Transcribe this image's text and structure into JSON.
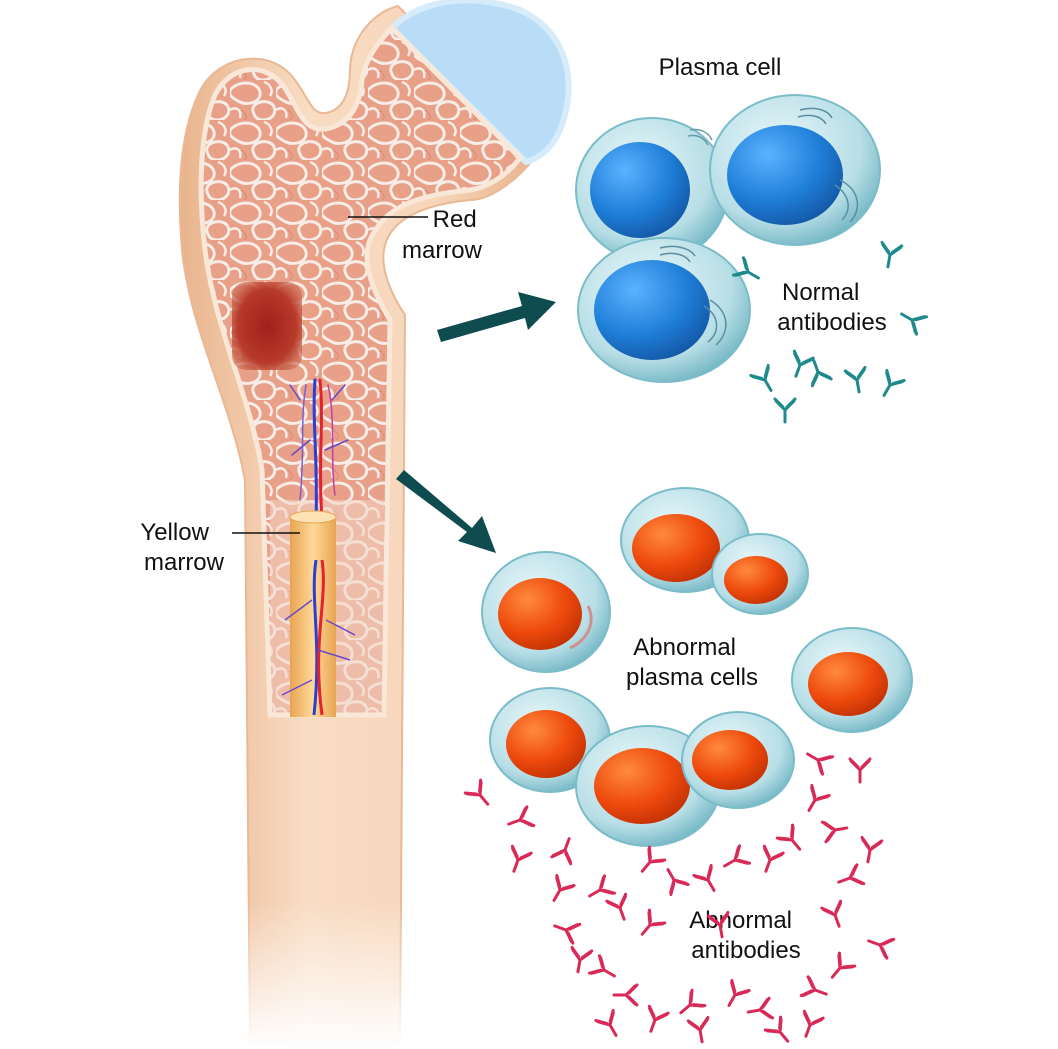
{
  "labels": {
    "red_marrow": [
      "Red",
      "marrow"
    ],
    "yellow_marrow": [
      "Yellow",
      "marrow"
    ],
    "plasma_cell": "Plasma cell",
    "normal_antibodies": [
      "Normal",
      "antibodies"
    ],
    "abnormal_plasma_cells": [
      "Abnormal",
      "plasma cells"
    ],
    "abnormal_antibodies": [
      "Abnormal",
      "antibodies"
    ]
  },
  "colors": {
    "bone": "#f5d2b3",
    "bone_edge": "#eebf98",
    "spongy_bg": "#e9a58b",
    "trabeculae": "#f6ece6",
    "cartilage": "#b9dcf7",
    "yellow_marrow": "#f6c77f",
    "arrow": "#0e4c4f",
    "normal_cell": "#bfe3ea",
    "normal_nucleus": "#1f7fd8",
    "abnormal_nucleus": "#ee4a0e",
    "normal_antibody": "#1e8a8e",
    "abnormal_antibody": "#d92a57"
  },
  "icons": [
    "y-antibody-icon",
    "arrow-icon"
  ]
}
